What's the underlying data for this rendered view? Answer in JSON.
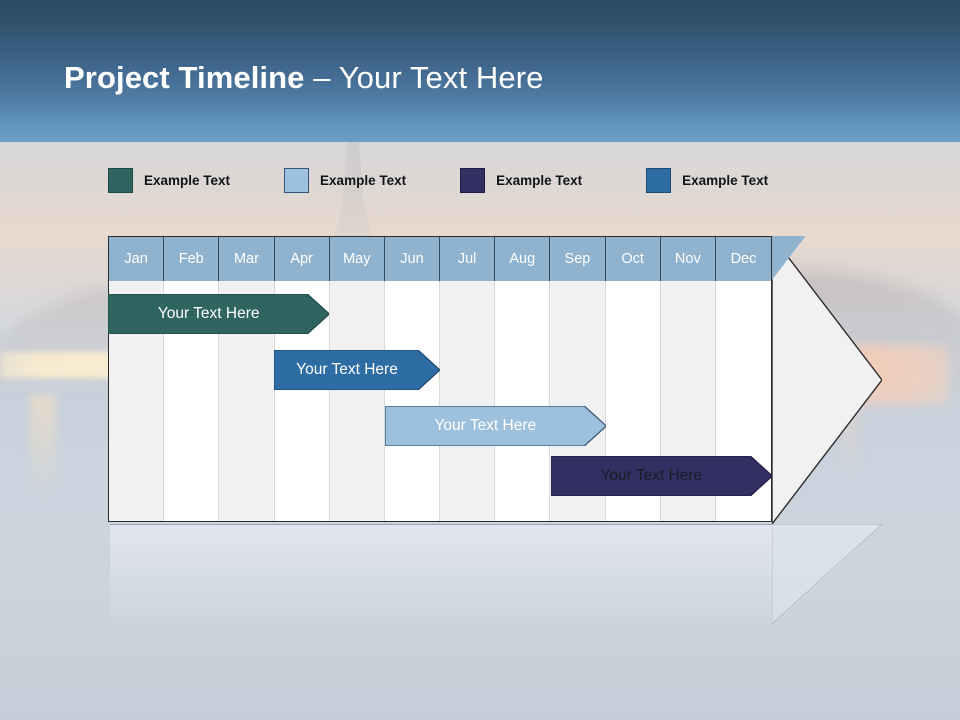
{
  "header": {
    "title_bold": "Project Timeline",
    "title_rest": " – Your Text Here",
    "gradient_top": "#2b4a64",
    "gradient_bottom": "#6c9dc4"
  },
  "legend": {
    "items": [
      {
        "label": "Example Text",
        "color": "#2f6460",
        "border": "#1d4a47"
      },
      {
        "label": "Example Text",
        "color": "#9dc0dc",
        "border": "#35567a"
      },
      {
        "label": "Example Text",
        "color": "#332f63",
        "border": "#201d45"
      },
      {
        "label": "Example Text",
        "color": "#2e6ca4",
        "border": "#1d4a73"
      }
    ]
  },
  "chart_data": {
    "type": "bar",
    "title": "Project Timeline – Your Text Here",
    "xlabel": "",
    "ylabel": "",
    "categories": [
      "Jan",
      "Feb",
      "Mar",
      "Apr",
      "May",
      "Jun",
      "Jul",
      "Aug",
      "Sep",
      "Oct",
      "Nov",
      "Dec"
    ],
    "header_fill": "#8fb3cf",
    "header_text_color": "#ffffff",
    "grid": true,
    "legend_position": "top",
    "series": [
      {
        "name": "Example Text",
        "label": "Your  Text Here",
        "start_month": "Jan",
        "end_month": "Apr",
        "start_index": 0,
        "end_index": 4,
        "row": 1,
        "color": "#2f6460",
        "border": "#1d4a47",
        "text_color": "#ffffff"
      },
      {
        "name": "Example Text",
        "label": "Your  Text Here",
        "start_month": "Apr",
        "end_month": "Jun",
        "start_index": 3,
        "end_index": 6,
        "row": 2,
        "color": "#2e6ca4",
        "border": "#1d4a73",
        "text_color": "#ffffff"
      },
      {
        "name": "Example Text",
        "label": "Your  Text Here",
        "start_month": "Jun",
        "end_month": "Sep",
        "start_index": 5,
        "end_index": 9,
        "row": 3,
        "color": "#9dc0dc",
        "border": "#35567a",
        "text_color": "#ffffff"
      },
      {
        "name": "Example Text",
        "label": "Your  Text Here",
        "start_month": "Sep",
        "end_month": "Dec",
        "start_index": 8,
        "end_index": 12,
        "row": 4,
        "color": "#332f63",
        "border": "#201d45",
        "text_color": "#1b1b28"
      }
    ]
  }
}
